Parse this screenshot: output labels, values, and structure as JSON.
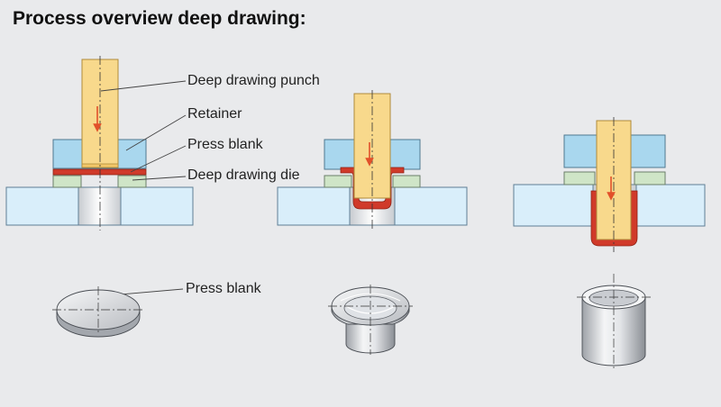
{
  "title": "Process overview deep drawing:",
  "labels": {
    "punch": "Deep drawing punch",
    "retainer": "Retainer",
    "press_blank": "Press blank",
    "die": "Deep drawing die",
    "press_blank_part": "Press blank"
  },
  "colors": {
    "background": "#e9eaec",
    "punch_fill": "#f8d98c",
    "retainer_fill": "#a9d7ee",
    "die_fill": "#d9eefa",
    "blank_red": "#d03a2a",
    "guide_fill": "#cfe5c7",
    "metal_light": "#f2f3f5",
    "metal_dark": "#8c9096",
    "arrow_red": "#e2502a"
  }
}
